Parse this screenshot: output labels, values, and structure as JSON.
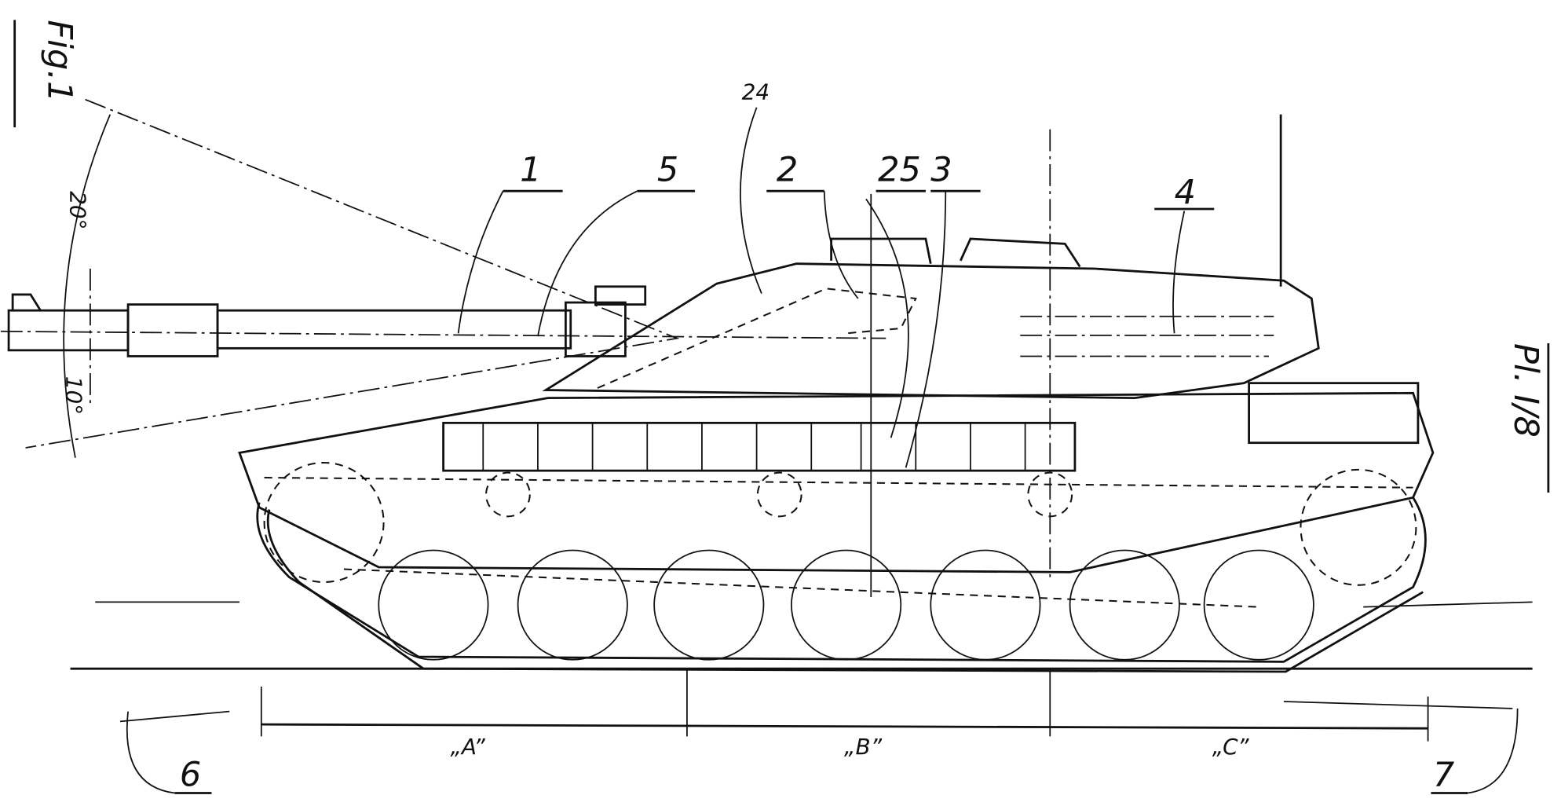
{
  "figure": {
    "title": "Fig.1",
    "plate": "Pl. I/8",
    "angles": {
      "elevation": "20°",
      "depression": "10°"
    },
    "reference_numerals": [
      "24",
      "1",
      "5",
      "2",
      "25",
      "3",
      "4",
      "6",
      "7"
    ],
    "dimensions": [
      "„A”",
      "„B”",
      "„C”"
    ]
  }
}
